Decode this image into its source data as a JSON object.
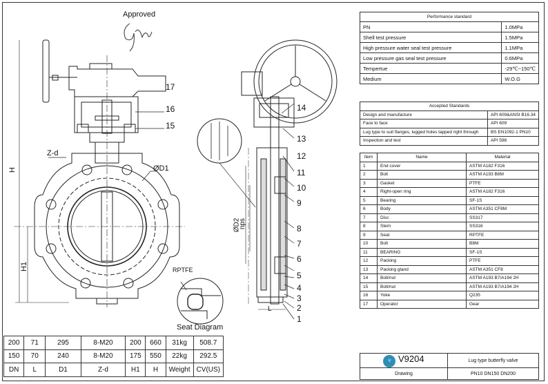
{
  "approved": {
    "label": "Approved"
  },
  "seat": {
    "rptfe_label": "RPTFE",
    "caption": "Seat Diagram"
  },
  "front_view": {
    "dim_labels": {
      "H": "H",
      "H1": "H1",
      "zd": "Z-d",
      "D1": "ØD1"
    },
    "callouts": [
      "17",
      "16",
      "15"
    ]
  },
  "side_view": {
    "dim_labels": {
      "D2": "ØD2",
      "nps": "nps",
      "L": "L"
    },
    "callouts": [
      "14",
      "13",
      "12",
      "11",
      "10",
      "9",
      "8",
      "7",
      "6",
      "5",
      "4",
      "3",
      "2",
      "1"
    ]
  },
  "performance": {
    "title": "Performance standard",
    "rows": [
      {
        "k": "PN",
        "v": "1.0MPa"
      },
      {
        "k": "Shell test pressure",
        "v": "1.5MPa"
      },
      {
        "k": "High pressure water seal test pressure",
        "v": "1.1MPa"
      },
      {
        "k": "Low pressure gas seal test pressure",
        "v": "0.6MPa"
      },
      {
        "k": "Tempertue",
        "v": "-29℃~150℃"
      },
      {
        "k": "Medium",
        "v": "W.O.G"
      }
    ]
  },
  "standards": {
    "title": "Accepted Standards",
    "rows": [
      {
        "k": "Design and manufacture",
        "v": "API 609&ANSI B16.34"
      },
      {
        "k": "Face to face",
        "v": "API 609"
      },
      {
        "k": "Lug type to suit flanges, lugged holes tapped right through",
        "v": "BS EN1092-1 PN10"
      },
      {
        "k": "Inspection and test",
        "v": "API 598"
      }
    ]
  },
  "materials": {
    "headers": [
      "Item",
      "Name",
      "Material"
    ],
    "rows": [
      [
        "1",
        "End cover",
        "ASTM A182 F316"
      ],
      [
        "2",
        "Bolt",
        "ASTM A193 B8M"
      ],
      [
        "3",
        "Gasket",
        "PTFE"
      ],
      [
        "4",
        "Right-open ring",
        "ASTM A182 F316"
      ],
      [
        "5",
        "Bearing",
        "SF-1S"
      ],
      [
        "6",
        "Body",
        "ASTM A351 CF8M"
      ],
      [
        "7",
        "Disc",
        "SS317"
      ],
      [
        "8",
        "Stem",
        "SS316"
      ],
      [
        "9",
        "Seat",
        "RPTFE"
      ],
      [
        "10",
        "Bolt",
        "B8M"
      ],
      [
        "11",
        "BEARING",
        "SF-1S"
      ],
      [
        "12",
        "Packing",
        "PTFE"
      ],
      [
        "13",
        "Packing gland",
        "ASTM A351 CF8"
      ],
      [
        "14",
        "Bolt/nut",
        "ASTM A193 B7/A194 2H"
      ],
      [
        "15",
        "Bolt/nut",
        "ASTM A193 B7/A194 2H"
      ],
      [
        "16",
        "Yoke",
        "Q235"
      ],
      [
        "17",
        "Operator",
        "Gear"
      ]
    ]
  },
  "dimensions": {
    "rows": [
      [
        "200",
        "71",
        "295",
        "8-M20",
        "200",
        "660",
        "31kg",
        "508.7"
      ],
      [
        "150",
        "70",
        "240",
        "8-M20",
        "175",
        "550",
        "22kg",
        "292.5"
      ],
      [
        "DN",
        "L",
        "D1",
        "Z-d",
        "H1",
        "H",
        "Weight",
        "CV(US)"
      ]
    ]
  },
  "title_block": {
    "code": "V9204",
    "name": "Lug type  butterfly valve",
    "drawing": "Drawing",
    "spec": "PN10 DN150 DN200"
  }
}
